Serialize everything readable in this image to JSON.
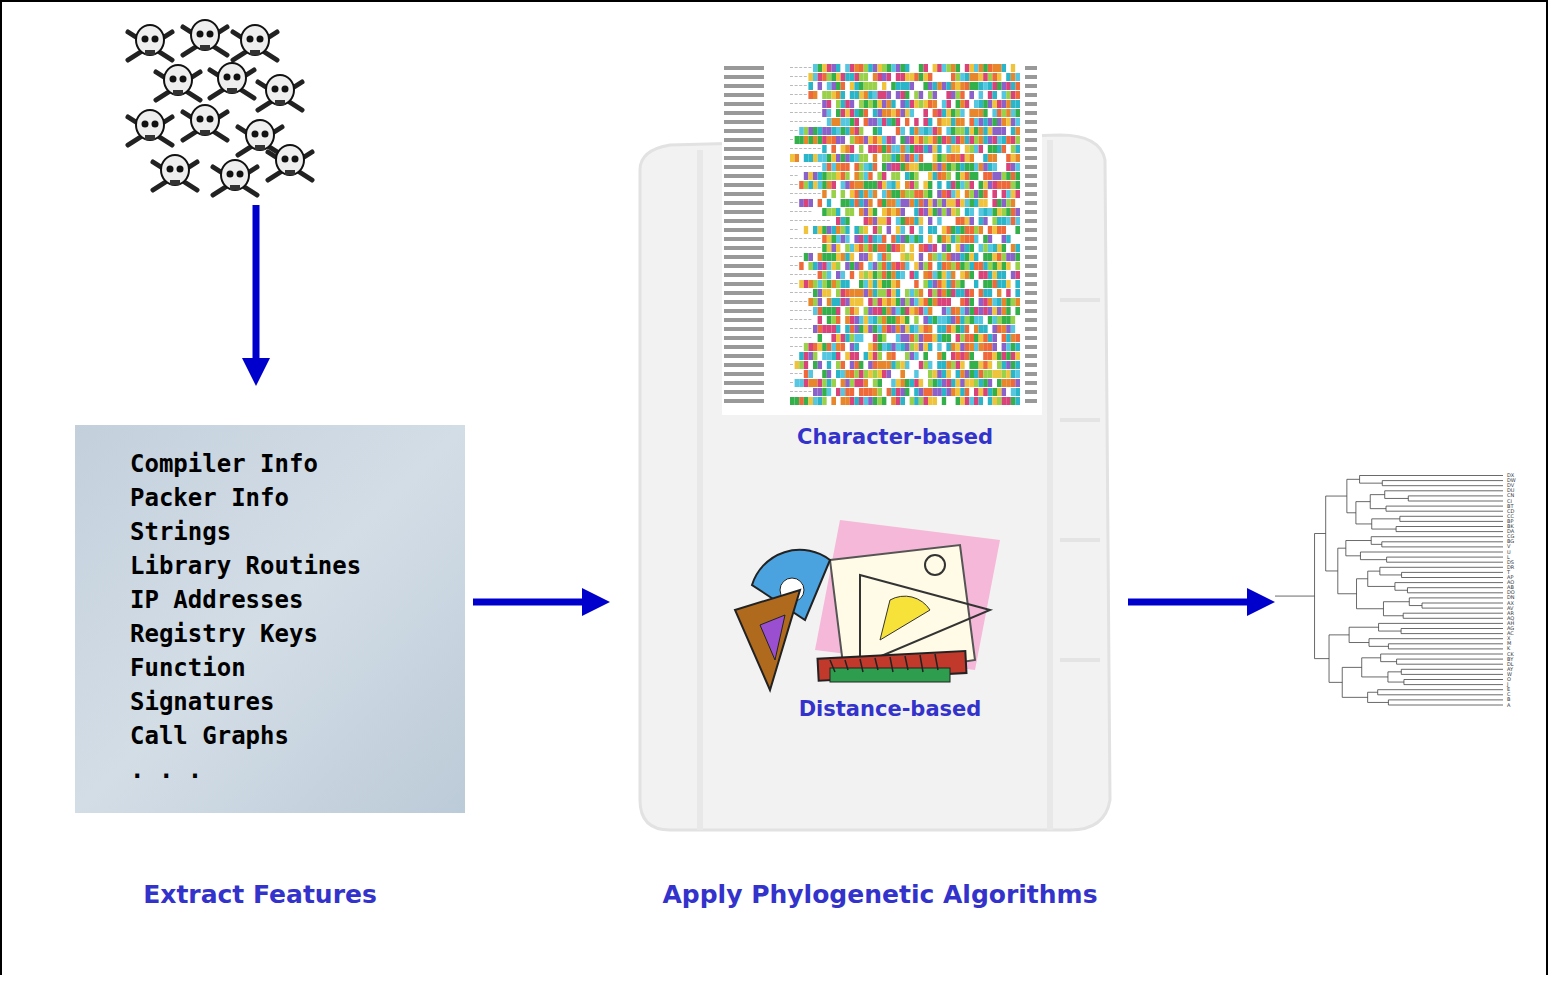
{
  "diagram": {
    "nodes": [
      {
        "text": [
          "Compiler Info",
          "Packer Info",
          "Strings",
          "Library Routines",
          "IP Addresses",
          "Registry Keys",
          "Function",
          "Signatures",
          "Call Graphs",
          ". . ."
        ]
      },
      {
        "text": [
          "Character-based",
          "Distance-based"
        ]
      },
      {
        "text": [
          "DX",
          "DW",
          "DV",
          "DU",
          "CN",
          "CI",
          "BT",
          "CD",
          "CC",
          "BP",
          "BK",
          "DA",
          "CG",
          "BG",
          "V",
          "U",
          "L",
          "DS",
          "DR",
          "T",
          "AP",
          "AO",
          "AB",
          "DO",
          "DN",
          "AX",
          "AV",
          "AR",
          "AQ",
          "AH",
          "AG",
          "AC",
          "X",
          "M",
          "K",
          "CK",
          "BY",
          "DL",
          "AY",
          "W",
          "O",
          "J",
          "E",
          "C",
          "B",
          "A"
        ]
      }
    ],
    "edges": [
      {
        "from": 0,
        "to": 1,
        "arrow": "to"
      },
      {
        "from": 1,
        "to": 2,
        "arrow": "to"
      }
    ],
    "labels": [
      "Extract Features",
      "Apply Phylogenetic Algorithms"
    ]
  }
}
